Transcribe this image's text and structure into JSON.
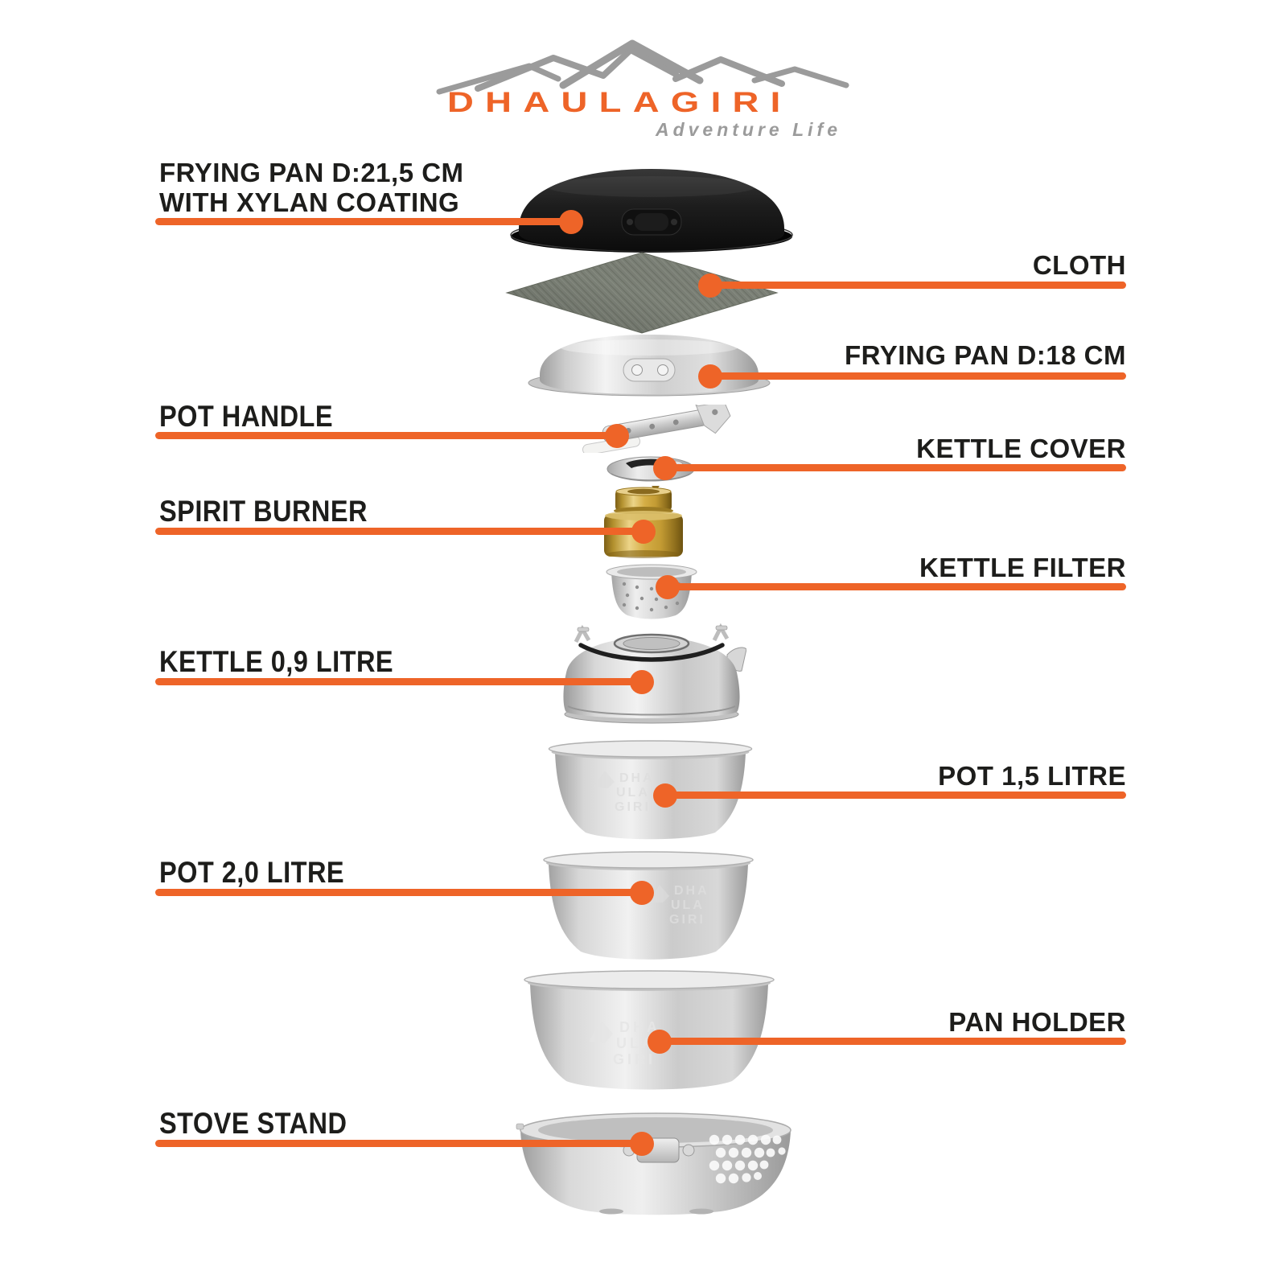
{
  "brand": {
    "name": "DHAULAGIRI",
    "tagline": "Adventure Life"
  },
  "colors": {
    "accent": "#EE6428",
    "label_text": "#1d1d1b",
    "mountain_gray": "#9b9b9b",
    "black_pan": "#1a1a1a",
    "brass": "#c9a23a",
    "silver": "#cfcfcf",
    "cloth": "#7b8076"
  },
  "callouts": [
    {
      "id": "frying-pan-215",
      "side": "left",
      "lines": [
        "FRYING PAN D:21,5 CM",
        "WITH XYLAN COATING"
      ]
    },
    {
      "id": "cloth",
      "side": "right",
      "lines": [
        "CLOTH"
      ]
    },
    {
      "id": "frying-pan-18",
      "side": "right",
      "lines": [
        "FRYING PAN D:18 CM"
      ]
    },
    {
      "id": "pot-handle",
      "side": "left",
      "lines": [
        "POT HANDLE"
      ]
    },
    {
      "id": "kettle-cover",
      "side": "right",
      "lines": [
        "KETTLE COVER"
      ]
    },
    {
      "id": "spirit-burner",
      "side": "left",
      "lines": [
        "SPIRIT BURNER"
      ]
    },
    {
      "id": "kettle-filter",
      "side": "right",
      "lines": [
        "KETTLE FILTER"
      ]
    },
    {
      "id": "kettle-09",
      "side": "left",
      "lines": [
        "KETTLE 0,9 LITRE"
      ]
    },
    {
      "id": "pot-15",
      "side": "right",
      "lines": [
        "POT 1,5 LITRE"
      ]
    },
    {
      "id": "pot-20",
      "side": "left",
      "lines": [
        "POT 2,0 LITRE"
      ]
    },
    {
      "id": "pan-holder",
      "side": "right",
      "lines": [
        "PAN HOLDER"
      ]
    },
    {
      "id": "stove-stand",
      "side": "left",
      "lines": [
        "STOVE STAND"
      ]
    }
  ],
  "engraving": {
    "l1": "DHA",
    "l2": "ULA",
    "l3": "GIRI"
  }
}
